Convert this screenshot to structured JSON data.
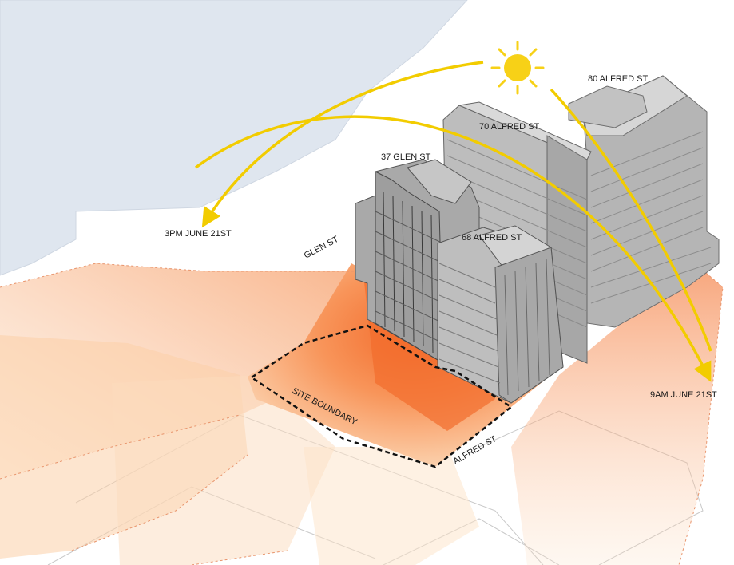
{
  "labels": {
    "building_80_alfred": "80 ALFRED ST",
    "building_70_alfred": "70 ALFRED  ST",
    "building_37_glen": "37 GLEN  ST",
    "building_68_alfred": "68 ALFRED  ST",
    "time_3pm": "3PM JUNE 21ST",
    "time_9am": "9AM JUNE 21ST",
    "street_glen": "GLEN ST",
    "street_alfred": "ALFRED ST",
    "site_boundary": "SITE BOUNDARY"
  },
  "colors": {
    "water": "#dfe6ef",
    "shadow_core": "#f47a3c",
    "shadow_mid": "#f8a56c",
    "shadow_light": "#fbd2ad",
    "sun": "#f7d117",
    "sun_arc": "#f2cc00",
    "building_light": "#c9c9c9",
    "building_mid": "#b0b0b0",
    "building_dark": "#8e8e8e",
    "boundary": "#111111"
  },
  "icons": {
    "sun": "sun-icon"
  }
}
